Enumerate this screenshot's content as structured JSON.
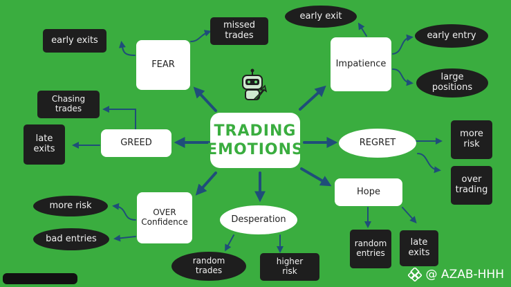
{
  "diagram": {
    "center": "TRADING\nEMOTIONS",
    "emotions": {
      "fear": "FEAR",
      "greed": "GREED",
      "over_confidence": "OVER\nConfidence",
      "desperation": "Desperation",
      "hope": "Hope",
      "regret": "REGRET",
      "impatience": "Impatience"
    },
    "outcomes": {
      "fear_early_exits": "early exits",
      "fear_missed_trades": "missed\ntrades",
      "greed_chasing_trades": "Chasing\ntrades",
      "greed_late_exits": "late\nexits",
      "conf_more_risk": "more risk",
      "conf_bad_entries": "bad entries",
      "desp_random_trades": "random\ntrades",
      "desp_higher_risk": "higher\nrisk",
      "hope_random_entries": "random\nentries",
      "hope_late_exits": "late\nexits",
      "regret_more_risk": "more\nrisk",
      "regret_over_trading": "over\ntrading",
      "imp_early_exit": "early exit",
      "imp_early_entry": "early entry",
      "imp_large_positions": "large\npositions"
    }
  },
  "watermark": {
    "text": "@ AZAB-HHH"
  },
  "colors": {
    "background": "#3aad3f",
    "arrow": "#1f4e79",
    "dark_box": "#1e1e1e",
    "light_box": "#ffffff"
  }
}
